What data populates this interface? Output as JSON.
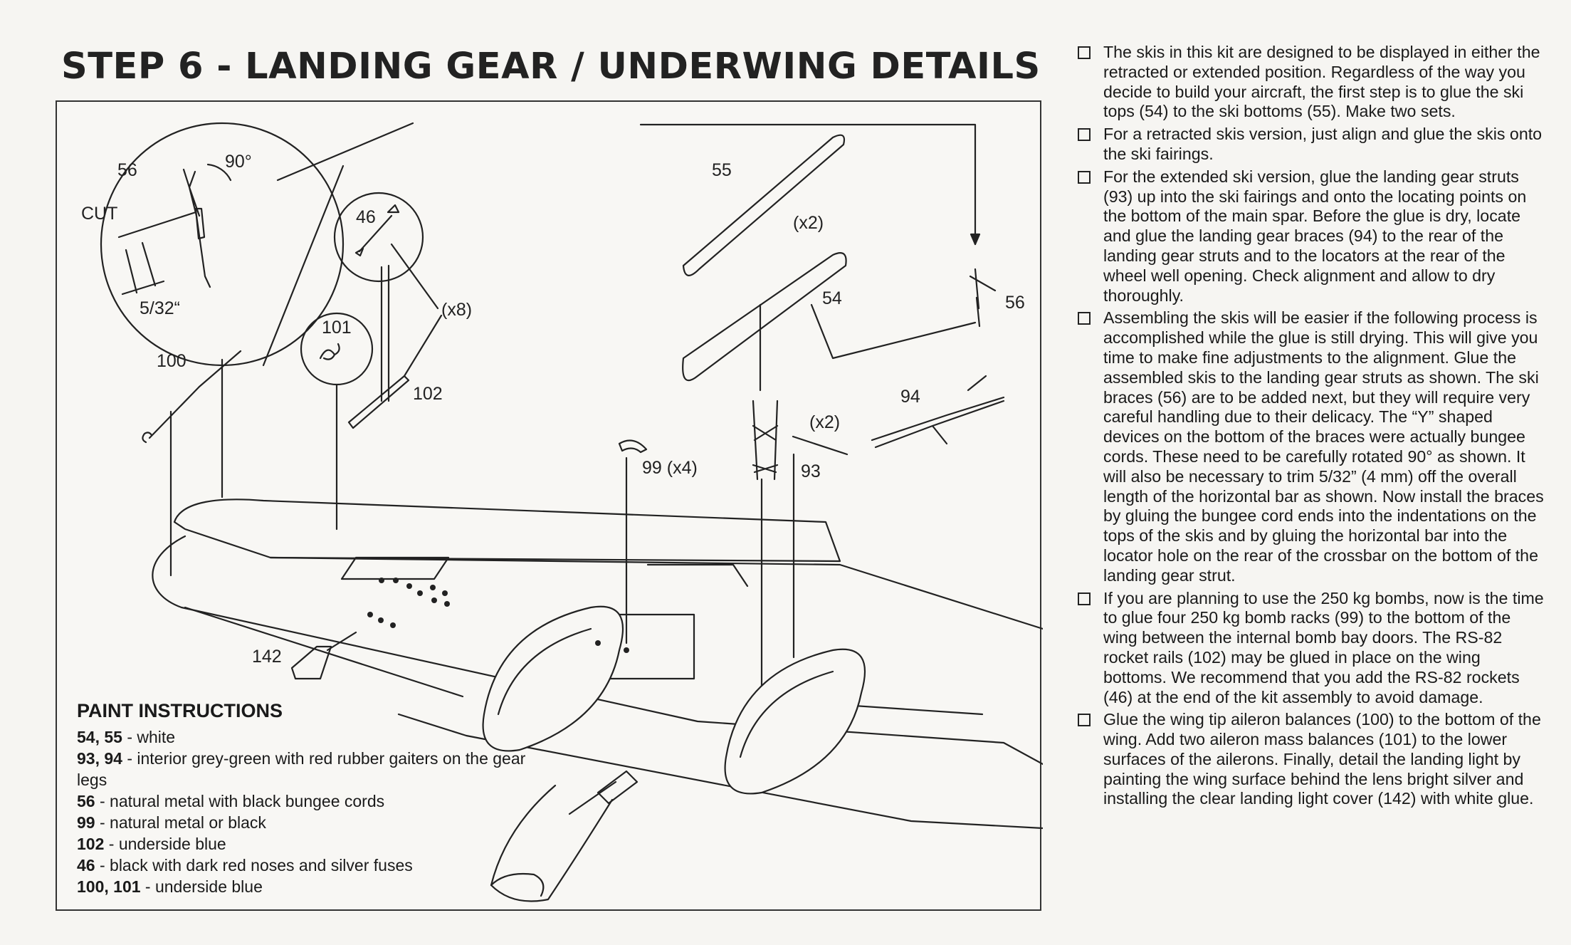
{
  "title": "STEP 6 - LANDING GEAR / UNDERWING DETAILS",
  "callouts": {
    "p56_detail": "56",
    "angle": "90°",
    "cut": "CUT",
    "measure": "5/32“",
    "p46": "46",
    "x8": "(x8)",
    "p101": "101",
    "p100": "100",
    "p102": "102",
    "p55": "55",
    "x2_top": "(x2)",
    "p54": "54",
    "p56": "56",
    "p94": "94",
    "x2_mid": "(x2)",
    "p93": "93",
    "p99": "99 (x4)",
    "p142": "142"
  },
  "paint": {
    "heading": "PAINT INSTRUCTIONS",
    "rows": [
      {
        "parts": "54, 55",
        "text": " - white"
      },
      {
        "parts": "93, 94",
        "text": " - interior grey-green with red rubber gaiters on the gear legs"
      },
      {
        "parts": "56",
        "text": " - natural metal with black bungee cords"
      },
      {
        "parts": "99",
        "text": " - natural metal or black"
      },
      {
        "parts": "102",
        "text": " - underside blue"
      },
      {
        "parts": "46",
        "text": " - black with dark red noses and silver fuses"
      },
      {
        "parts": "100, 101",
        "text": " - underside blue"
      }
    ]
  },
  "steps": [
    "The skis in this kit are designed to be displayed in either the retracted or extended position. Regardless of the way you decide to build your aircraft, the first step is to glue the ski tops (54) to the ski bottoms (55). Make two sets.",
    "For a retracted skis version, just align and glue the skis onto the ski fairings.",
    "For the extended ski version, glue the landing gear struts (93) up into the ski fairings and onto the locating points on the bottom of the main spar. Before the glue is dry, locate and glue the landing gear braces (94) to the rear of the landing gear struts and to the locators at the rear of the wheel well opening. Check alignment and allow to dry thoroughly.",
    "Assembling the skis will be easier if the following process is accomplished while the glue is still drying. This will give you time to make fine adjustments to the alignment. Glue the assembled skis to the landing gear struts as shown. The ski braces (56) are to be added next, but they will require very careful handling due to their delicacy. The “Y” shaped devices on the bottom of the braces were actually bungee cords. These need to be carefully rotated 90° as shown. It will also be necessary to trim 5/32” (4 mm) off the overall length of the horizontal bar as shown. Now install the braces by gluing the bungee cord ends into the indentations on the tops of the skis and by gluing the horizontal bar into the locator hole on the rear of the crossbar on the bottom of the landing gear strut.",
    "If you are planning to use the 250 kg bombs, now is the time to glue four 250 kg bomb racks (99) to the bottom of the wing between the internal bomb bay doors. The RS-82 rocket rails (102) may be glued in place on the wing bottoms. We recommend that you add the RS-82 rockets (46) at the end of the kit assembly to avoid damage.",
    "Glue the wing tip aileron balances (100) to the bottom of the wing. Add two aileron mass balances (101) to the lower surfaces of the ailerons. Finally, detail the landing light by painting the wing surface behind the lens bright silver and installing the clear landing light cover (142) with white glue."
  ]
}
